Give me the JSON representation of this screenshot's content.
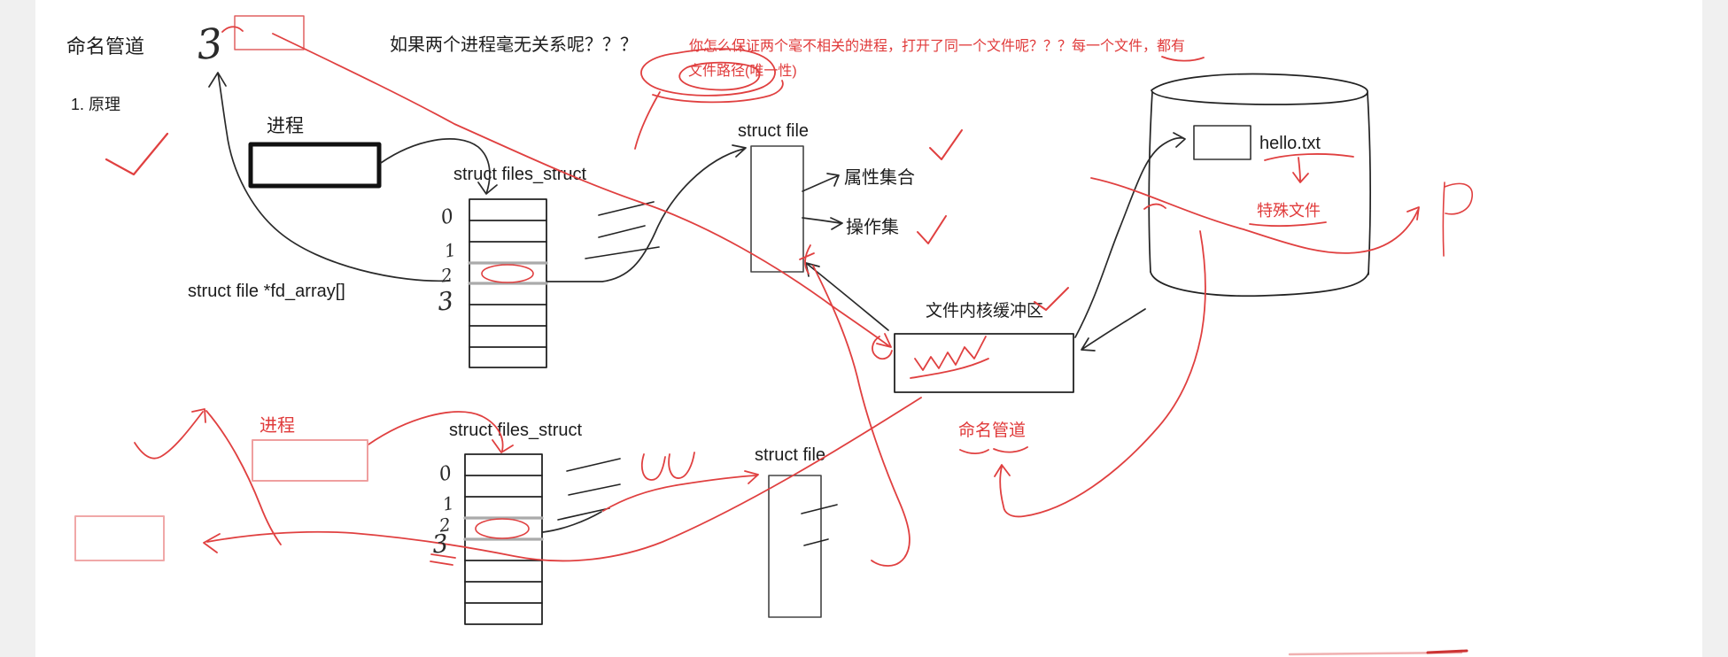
{
  "labels": {
    "title": "命名管道",
    "section": "1. 原理",
    "question": "如果两个进程毫无关系呢？？？",
    "red_note_line1": "你怎么保证两个毫不相关的进程，打开了同一个文件呢？？？每一个文件，都有",
    "red_note_line2": "文件路径(唯一性)",
    "process_top": "进程",
    "files_struct_top": "struct files_struct",
    "fd_array": "struct file *fd_array[]",
    "struct_file_top": "struct file",
    "attr_set": "属性集合",
    "op_set": "操作集",
    "kernel_buffer": "文件内核缓冲区",
    "file_name": "hello.txt",
    "special_file": "特殊文件",
    "named_pipe": "命名管道",
    "process_bottom": "进程",
    "files_struct_bottom": "struct files_struct",
    "struct_file_bottom": "struct file"
  },
  "handwriting": {
    "top_fd": "3",
    "fd_digits": [
      "0",
      "1",
      "2",
      "3"
    ],
    "p_glyph": "P"
  },
  "colors": {
    "ink": "#1c1c1c",
    "annotation_red": "#e03a3a",
    "annotation_pink": "#f0a8a8",
    "highlight_gray": "#aaaaaa"
  }
}
